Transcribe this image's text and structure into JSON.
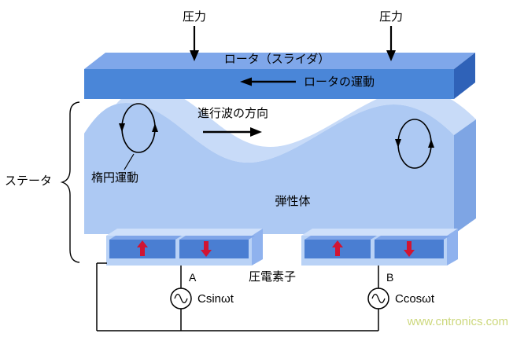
{
  "diagram": "ultrasonic-traveling-wave-motor-principle",
  "palette": {
    "rotor_front": "#4a86d8",
    "rotor_top": "#7fa7ea",
    "rotor_side": "#2f62b8",
    "stator_front": "#adc9f3",
    "stator_top": "#c8dbf8",
    "stator_side": "#7ea5e4",
    "piezo_segment": "#4a7ed2",
    "piezo_segment_top": "#7fa5e8",
    "piezo_base": "#b9d2f6",
    "piezo_base_top": "#cfe0fa",
    "piezo_base_side": "#8fb2ee",
    "red_arrow": "#d11432",
    "line": "#000000",
    "watermark": "#c8d470"
  },
  "labels": {
    "pressure": "圧力",
    "rotor": "ロータ（スライダ）",
    "rotor_motion": "ロータの運動",
    "travel_wave_direction": "進行波の方向",
    "stator": "ステータ",
    "elliptical_motion": "楕円運動",
    "elastic_body": "弾性体",
    "piezo_element": "圧電素子",
    "terminal_a": "A",
    "terminal_b": "B",
    "signal_a": "Csinωt",
    "signal_b": "Ccosωt",
    "watermark": "www.cntronics.com"
  }
}
